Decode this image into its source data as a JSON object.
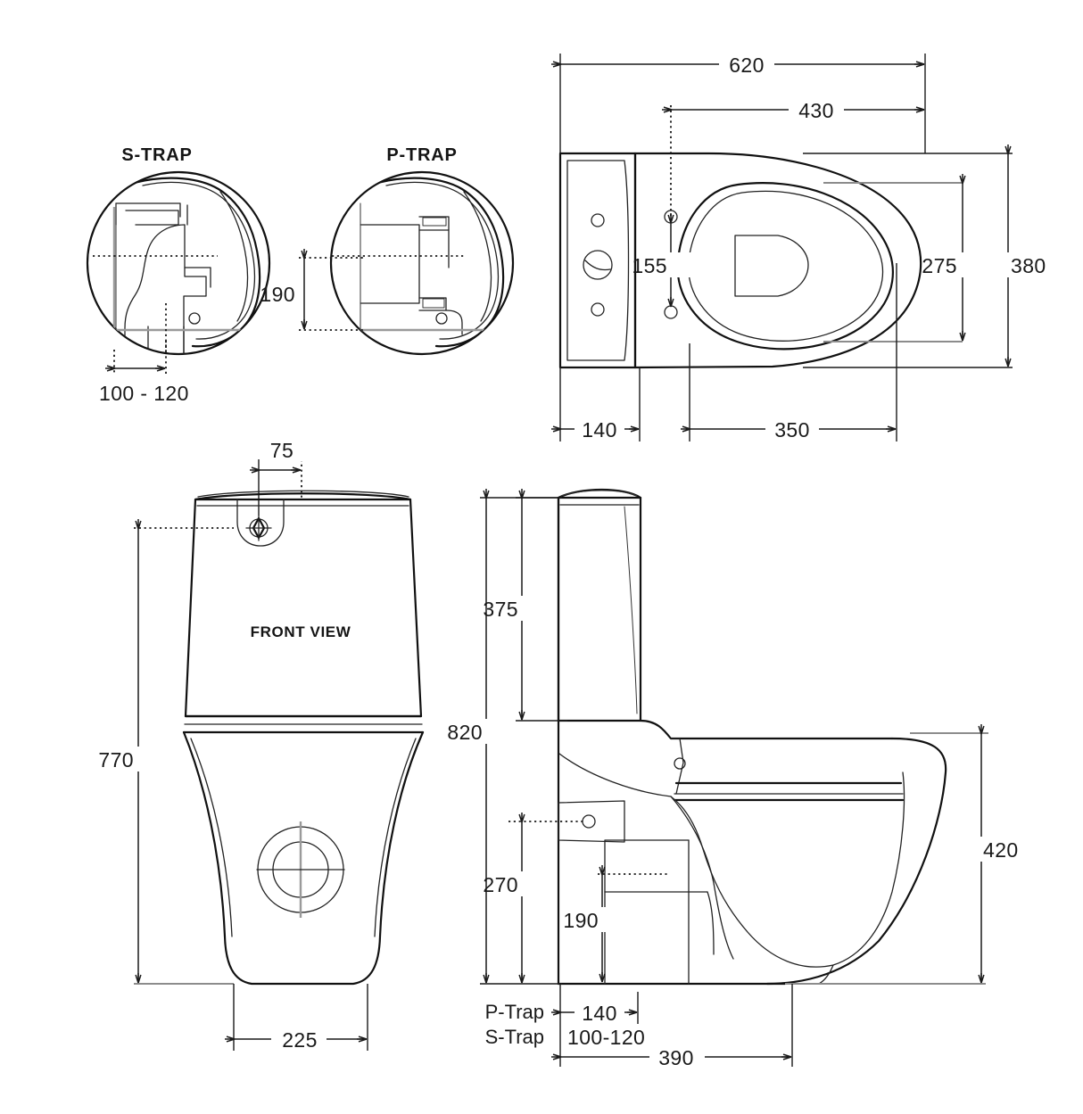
{
  "document": {
    "type": "technical-drawing",
    "subject": "Close coupled toilet suite dimension drawing",
    "units": "mm",
    "background_color": "#ffffff",
    "line_color": "#111111",
    "dimension_color": "#1a1a1a",
    "grey_color": "#8c8c8c"
  },
  "detail_views": {
    "s_trap": {
      "title": "S-TRAP",
      "dimension_offset": "100 - 120"
    },
    "p_trap": {
      "title": "P-TRAP",
      "dimension_height": "190"
    }
  },
  "plan_view": {
    "name": "top-plan-view",
    "dimensions": {
      "overall_length": "620",
      "bowl_length": "430",
      "overall_width": "380",
      "seat_width": "275",
      "bolt_spacing": "155",
      "cistern_depth": "140",
      "bowl_width": "350"
    }
  },
  "front_view": {
    "name": "front-elevation",
    "label": "FRONT VIEW",
    "dimensions": {
      "button_offset": "75",
      "overall_height": "770",
      "base_width": "225"
    }
  },
  "side_view": {
    "name": "side-elevation",
    "dimensions": {
      "cistern_height": "375",
      "overall_height": "820",
      "inlet_height": "270",
      "outlet_height": "190",
      "seat_height": "420",
      "p_trap_setout": "140",
      "s_trap_setout": "100-120",
      "overall_depth": "390"
    },
    "trap_labels": {
      "p_trap": "P-Trap",
      "s_trap": "S-Trap"
    }
  },
  "icons": {
    "arrow": "dimension-arrow",
    "center_mark": "center-mark-icon",
    "flush_button": "flush-button-icon",
    "bolt_hole": "bolt-hole-icon",
    "outlet": "outlet-circle-icon"
  }
}
